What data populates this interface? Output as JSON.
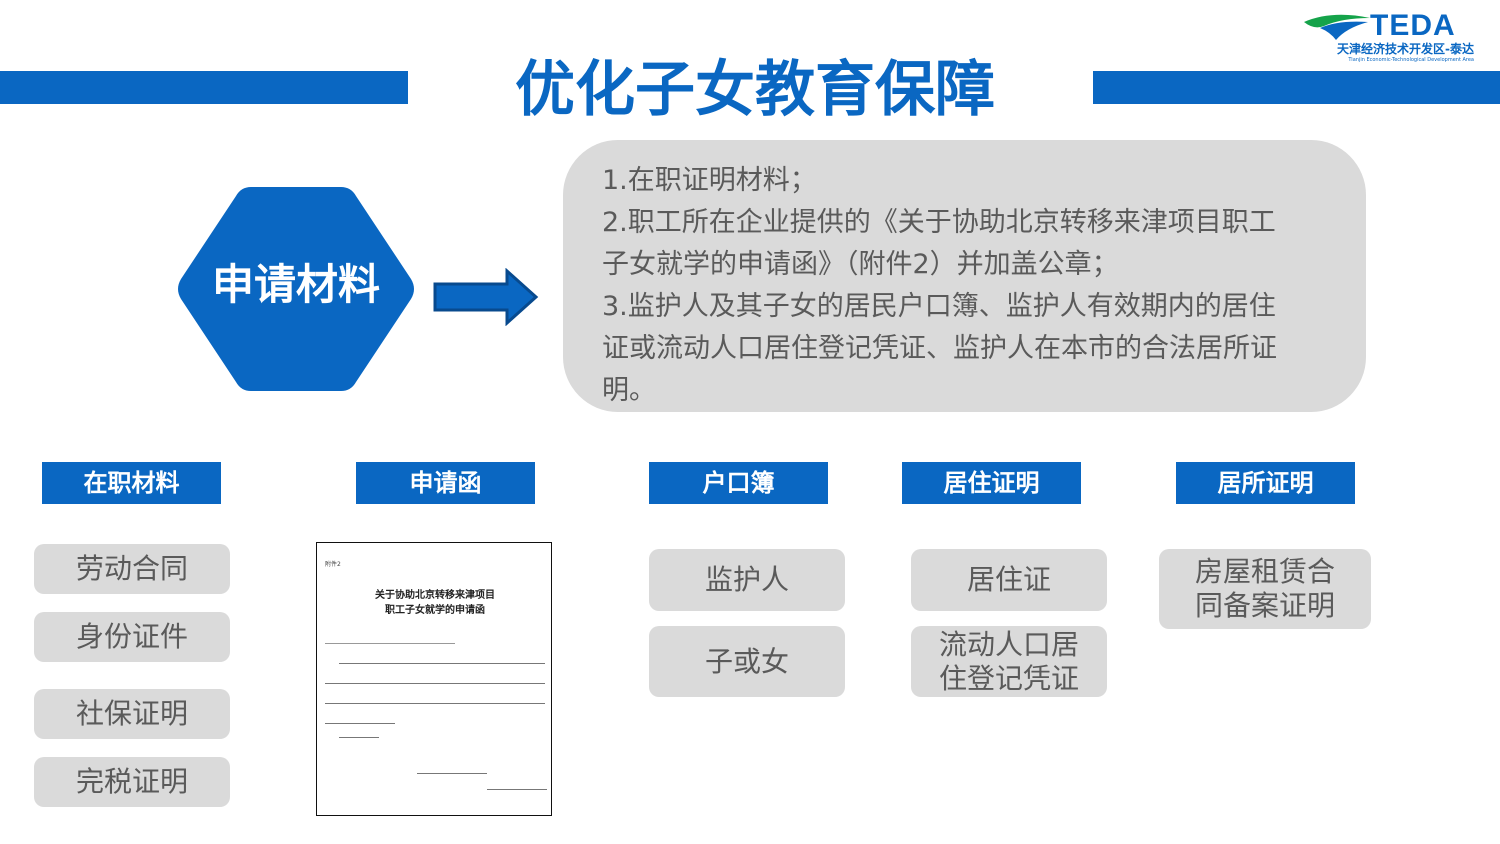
{
  "page": {
    "title": "优化子女教育保障"
  },
  "logo": {
    "brand": "TEDA",
    "cn": "天津经济技术开发区-泰达",
    "en": "Tianjin Economic-Technological Development Area"
  },
  "hexagon": {
    "label": "申请材料"
  },
  "requirements": {
    "lines": [
      "1.在职证明材料；",
      "2.职工所在企业提供的《关于协助北京转移来津项目职工",
      "子女就学的申请函》（附件2）并加盖公章；",
      "3.监护人及其子女的居民户口簿、监护人有效期内的居住",
      "证或流动人口居住登记凭证、监护人在本市的合法居所证",
      "明。"
    ]
  },
  "categories": [
    {
      "header": "在职材料",
      "items": [
        "劳动合同",
        "身份证件",
        "社保证明",
        "完税证明"
      ]
    },
    {
      "header": "申请函",
      "document": {
        "attachment": "附件2",
        "title_line1": "关于协助北京转移来津项目",
        "title_line2": "职工子女就学的申请函"
      }
    },
    {
      "header": "户口簿",
      "items": [
        "监护人",
        "子或女"
      ]
    },
    {
      "header": "居住证明",
      "items": [
        "居住证",
        "流动人口居\n住登记凭证"
      ]
    },
    {
      "header": "居所证明",
      "items": [
        "房屋租赁合\n同备案证明"
      ]
    }
  ],
  "colors": {
    "brand_blue": "#0a67c2",
    "pill_gray": "#dadada",
    "text_gray": "#5a5a5a"
  }
}
